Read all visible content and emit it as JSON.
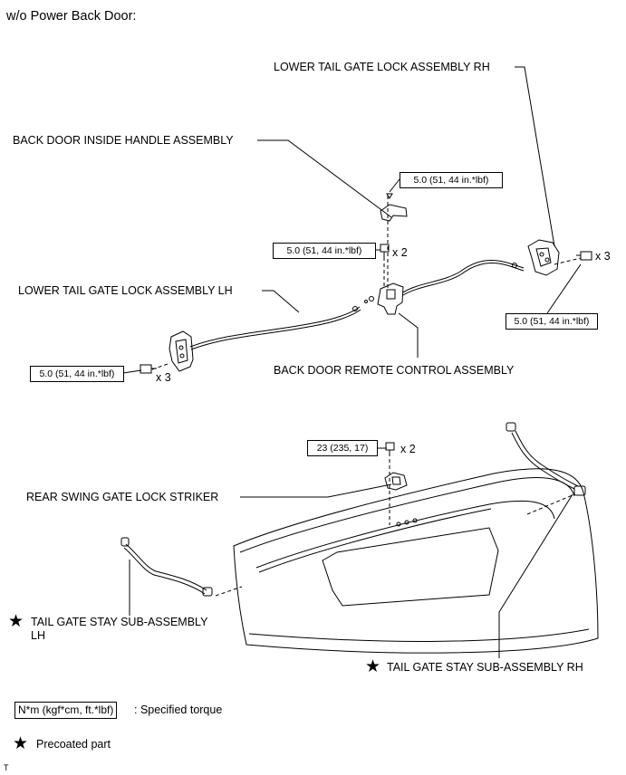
{
  "heading": "w/o Power Back Door:",
  "labels": {
    "lower_lock_rh": "LOWER TAIL GATE LOCK ASSEMBLY RH",
    "inside_handle": "BACK DOOR INSIDE HANDLE ASSEMBLY",
    "lower_lock_lh": "LOWER TAIL GATE LOCK ASSEMBLY LH",
    "remote_control": "BACK DOOR REMOTE CONTROL ASSEMBLY",
    "striker": "REAR SWING GATE LOCK STRIKER",
    "stay_lh_line1": "TAIL GATE STAY SUB-ASSEMBLY",
    "stay_lh_line2": "LH",
    "stay_rh": "TAIL GATE STAY SUB-ASSEMBLY RH"
  },
  "torques": {
    "handle": "5.0 (51, 44 in.*lbf)",
    "remote_bolts": "5.0 (51, 44 in.*lbf)",
    "lock_rh": "5.0 (51, 44 in.*lbf)",
    "lock_lh": "5.0 (51, 44 in.*lbf)",
    "striker": "23 (235, 17)"
  },
  "quantities": {
    "remote_bolts": "x 2",
    "lock_rh": "x 3",
    "lock_lh": "x 3",
    "striker": "x 2"
  },
  "legend": {
    "torque_box": "N*m (kgf*cm, ft.*lbf)",
    "torque_text": ": Specified torque",
    "precoat_text": "Precoated part"
  },
  "footer_code": "T"
}
